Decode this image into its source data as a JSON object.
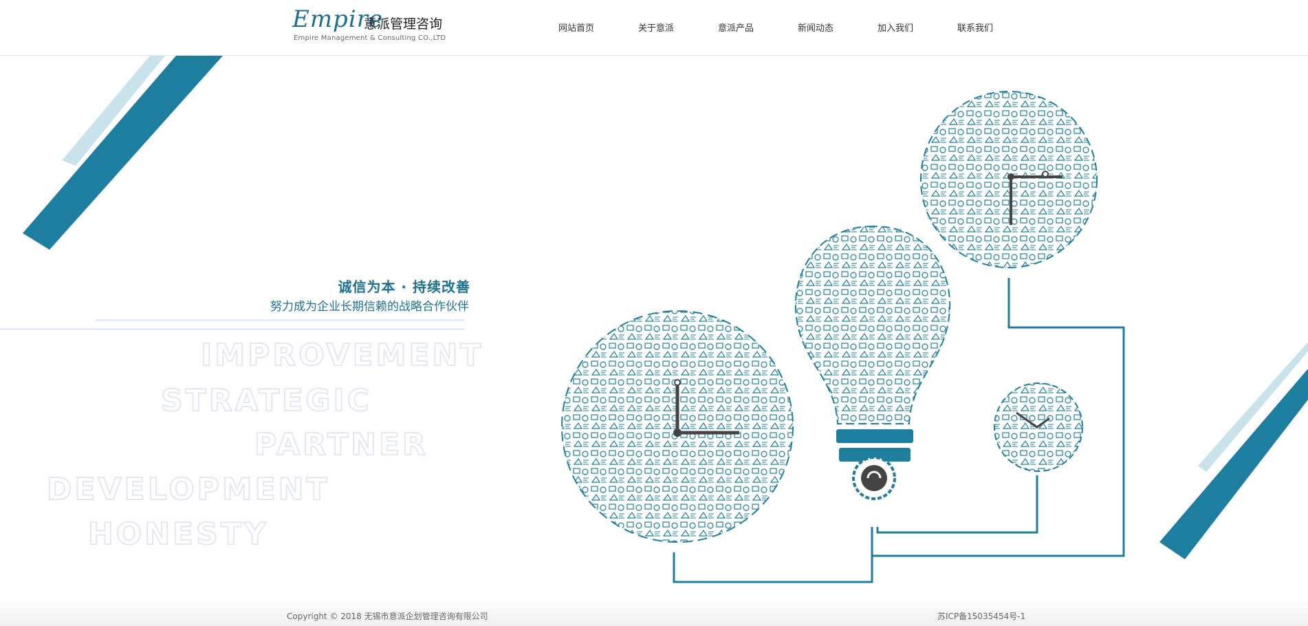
{
  "brand": {
    "script": "Empire",
    "name_cn": "意派管理咨询",
    "name_en": "Empire Management & Consulting CO.,LTD"
  },
  "nav": {
    "items": [
      {
        "label": "网站首页"
      },
      {
        "label": "关于意派"
      },
      {
        "label": "意派产品"
      },
      {
        "label": "新闻动态"
      },
      {
        "label": "加入我们"
      },
      {
        "label": "联系我们"
      }
    ]
  },
  "hero": {
    "title": "诚信为本 · 持续改善",
    "subtitle": "努力成为企业长期信赖的战略合作伙伴",
    "keywords": [
      "IMPROVEMENT",
      "STRATEGIC",
      "PARTNER",
      "DEVELOPMENT",
      "HONESTY"
    ],
    "illustration": {
      "gears": [
        "gear-icon",
        "lightbulb-icon",
        "gear-icon",
        "gear-icon"
      ],
      "accent_color": "#1d7ea0",
      "light_color": "#c9e3ec"
    }
  },
  "footer": {
    "copyright": "Copyright © 2018 无锡市意派企划管理咨询有限公司",
    "icp": "苏ICP备15035454号-1"
  }
}
